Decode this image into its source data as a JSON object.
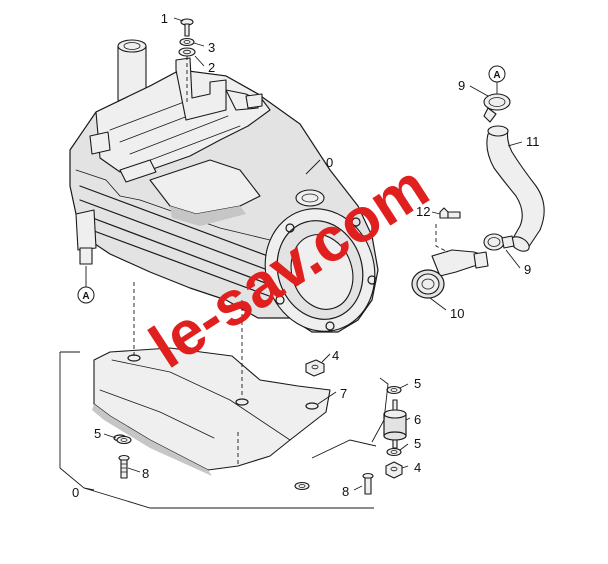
{
  "diagram": {
    "callouts": {
      "c1": "1",
      "c3": "3",
      "c2": "2",
      "c0_top": "0",
      "c9_top": "9",
      "c11": "11",
      "c12": "12",
      "c9_bottom": "9",
      "c10": "10",
      "c4_left": "4",
      "c7": "7",
      "c5_right_top": "5",
      "c6": "6",
      "c5_right_bottom": "5",
      "c4_right": "4",
      "c5_left": "5",
      "c8_left": "8",
      "c8_bottom": "8",
      "c0_bottom": "0"
    },
    "references": {
      "ref_left": "A",
      "ref_top_right": "A"
    },
    "colors": {
      "ink": "#1a1a1a",
      "watermark": "#e0201e"
    }
  },
  "watermark": {
    "text": "le-sav.com"
  }
}
